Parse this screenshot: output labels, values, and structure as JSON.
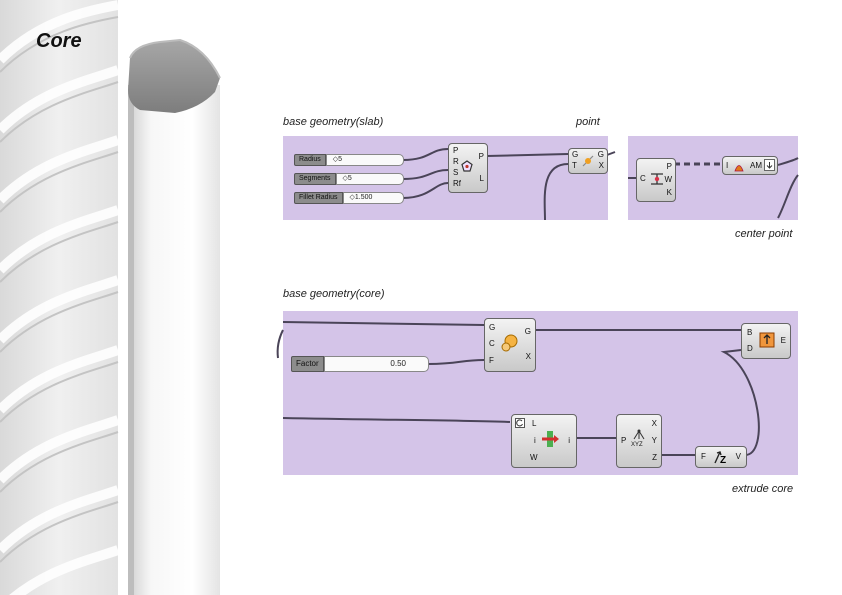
{
  "page": {
    "title": "Core"
  },
  "captions": {
    "slab": "base geometry(slab)",
    "point": "point",
    "center_point": "center point",
    "core": "base geometry(core)",
    "extrude_core": "extrude core"
  },
  "slab": {
    "sliders": [
      {
        "label": "Radius",
        "value": "◇5"
      },
      {
        "label": "Segments",
        "value": "◇5"
      },
      {
        "label": "Fillet Radius",
        "value": "◇1.500"
      }
    ],
    "polygon_inputs": [
      "P",
      "R",
      "S",
      "Rf"
    ],
    "polygon_outputs": [
      "P",
      "L"
    ],
    "point_inputs": [
      "G",
      "T"
    ],
    "point_outputs": [
      "G",
      "X"
    ]
  },
  "center": {
    "node_inputs": [
      "C"
    ],
    "node_outputs": [
      "P",
      "W",
      "K"
    ],
    "relay_input": "I",
    "relay_label": "AM"
  },
  "core": {
    "factor_label": "Factor",
    "factor_value": "0.50",
    "scale_inputs": [
      "G",
      "C",
      "F"
    ],
    "scale_outputs": [
      "G",
      "X"
    ],
    "extrude_inputs": [
      "B",
      "D"
    ],
    "extrude_outputs": [
      "E"
    ],
    "vector_inputs": [
      "L",
      "i",
      "W"
    ],
    "vector_output": "i",
    "deconstruct_input": "P",
    "deconstruct_outputs": [
      "X",
      "Y",
      "Z"
    ],
    "deconstruct_icon_label": "XYZ",
    "zvec_input": "F",
    "zvec_output": "V"
  },
  "colors": {
    "panel": "#d4c4e8",
    "wire": "#4a4458",
    "accent": "#e07a1a"
  }
}
